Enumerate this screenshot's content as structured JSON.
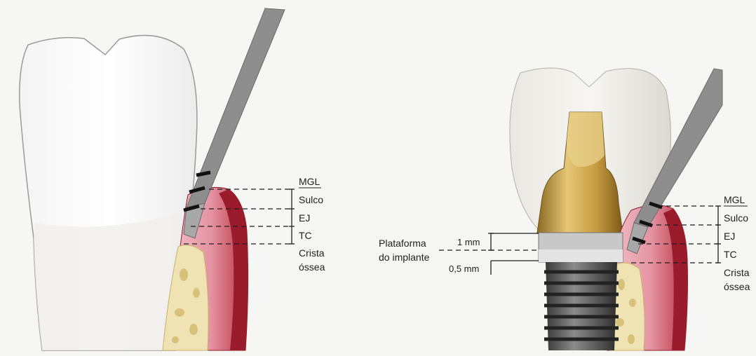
{
  "left_panel": {
    "labels": {
      "mgl": "MGL",
      "sulco": "Sulco",
      "ej": "EJ",
      "tc": "TC",
      "crista_line1": "Crista",
      "crista_line2": "óssea"
    }
  },
  "right_panel": {
    "labels": {
      "mgl": "MGL",
      "sulco": "Sulco",
      "ej": "EJ",
      "tc": "TC",
      "crista_line1": "Crista",
      "crista_line2": "óssea",
      "plataforma_line1": "Plataforma",
      "plataforma_line2": "do implante",
      "one_mm": "1 mm",
      "half_mm": "0,5 mm"
    }
  },
  "colors": {
    "background": "#f6f6f4",
    "tooth_enamel": "#ffffff",
    "tooth_outline": "#9a9a9a",
    "gingiva_pink": "#e7a0ad",
    "gingiva_dark": "#9a1c2c",
    "bone": "#efe3b4",
    "bone_cavity": "#d8c27a",
    "probe_gray": "#8e8e8e",
    "abutment_gold": "#c9a24a",
    "implant_metal": "#5a5a5a"
  }
}
